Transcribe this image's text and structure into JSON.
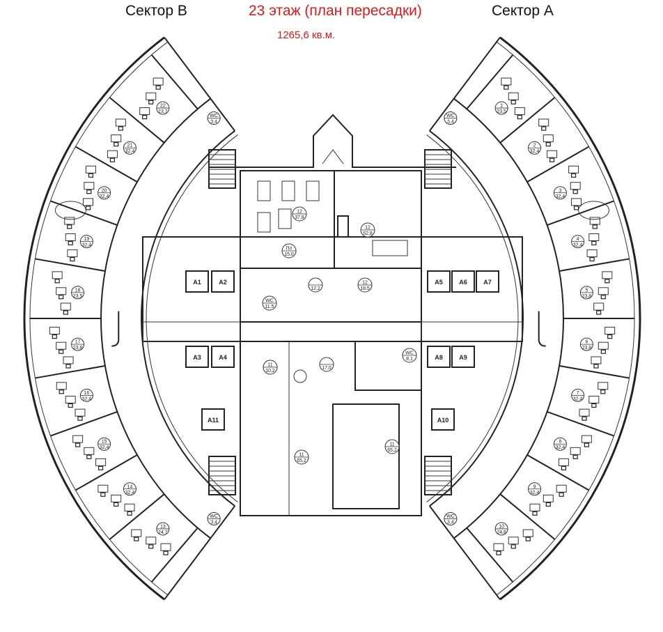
{
  "header": {
    "sector_left": "Сектор В",
    "floor_title": "23 этаж (план пересадки)",
    "sector_right": "Сектор А",
    "total_area": "1265,6 кв.м."
  },
  "left_wing_rooms": [
    {
      "num": "22",
      "area": "23,7"
    },
    {
      "num": "21",
      "area": "32,4"
    },
    {
      "num": "20",
      "area": "32,4"
    },
    {
      "num": "19",
      "area": "32,4"
    },
    {
      "num": "18",
      "area": "23,5"
    },
    {
      "num": "17",
      "area": "23,8"
    },
    {
      "num": "16",
      "area": "32,4"
    },
    {
      "num": "15",
      "area": "32,4"
    },
    {
      "num": "14",
      "area": "32,4"
    },
    {
      "num": "13",
      "area": "24,7"
    }
  ],
  "right_wing_rooms": [
    {
      "num": "1",
      "area": "23,5"
    },
    {
      "num": "2",
      "area": "32,4"
    },
    {
      "num": "3",
      "area": "32,4"
    },
    {
      "num": "4",
      "area": "32,4"
    },
    {
      "num": "5",
      "area": "23,8"
    },
    {
      "num": "6",
      "area": "23,8"
    },
    {
      "num": "7",
      "area": "32,4"
    },
    {
      "num": "8",
      "area": "32,4"
    },
    {
      "num": "9",
      "area": "32,4"
    },
    {
      "num": "10",
      "area": "24,8"
    }
  ],
  "wc_wing": {
    "num": "WC",
    "area": "3,4"
  },
  "center_rooms": [
    {
      "num": "12",
      "area": "37,8"
    },
    {
      "num": "12",
      "area": "52,8"
    },
    {
      "num": "Пл",
      "area": "15,0"
    },
    {
      "num": "",
      "area": "12,2"
    },
    {
      "num": "12",
      "area": "18,5"
    },
    {
      "num": "WC",
      "area": "11,5"
    },
    {
      "num": "11",
      "area": "10,2"
    },
    {
      "num": "",
      "area": "17,0"
    },
    {
      "num": "WC",
      "area": "8,1"
    },
    {
      "num": "11",
      "area": "65,2"
    },
    {
      "num": "11",
      "area": "65,2"
    }
  ],
  "elevators": [
    "A1",
    "A2",
    "A3",
    "A4",
    "A5",
    "A6",
    "A7",
    "A8",
    "A9",
    "A10",
    "A11"
  ]
}
